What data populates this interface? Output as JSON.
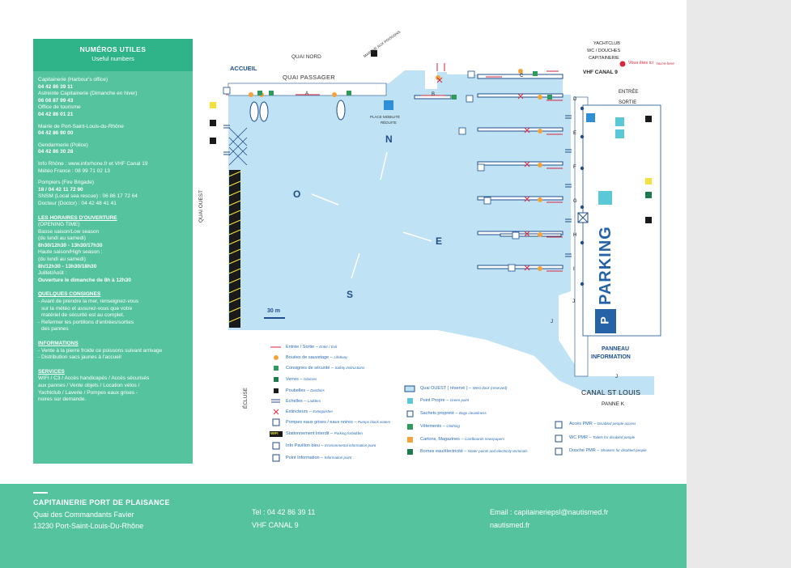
{
  "left_panel": {
    "title": "NUMÉROS UTILES",
    "subtitle": "Useful numbers",
    "contacts": [
      {
        "label": "Capitainerie (Harbour's office)",
        "value": "04 42 86 39 11"
      },
      {
        "label": "Astreinte Capitainerie (Dimanche en hiver)",
        "value": "06 08 87 99 43"
      },
      {
        "label": "Office de tourisme",
        "value": "04 42 86 01 21"
      },
      {
        "label": "Mairie de Port-Saint-Louis-du-Rhône",
        "value": "04 42 86 90 00"
      },
      {
        "label": "Gendarmerie (Police)",
        "value": "04 42 86 30 28"
      }
    ],
    "info_rhone": "Info Rhône : www.inforhone.fr et VHF Canal 19",
    "meteo": "Météo France : 08 99 71 02 13",
    "pompiers_label": "Pompiers (Fire Brigade)",
    "pompiers_value": "18 / 04 42 11 72 90",
    "snsm": "SNSM (Local sea rescue) : 06 86 17 72 64",
    "docteur": "Docteur (Doctor) : 04 42 48 41 41",
    "horaires_title": "LES HORAIRES D'OUVERTURE",
    "horaires_sub": "(OPENING TIME)",
    "basse_label": "Basse saison/Low season",
    "basse_days": "(du lundi au samedi)",
    "basse_hours": "8h30/12h30 - 13h30/17h30",
    "haute_label": "Haute saison/High season :",
    "haute_days": "(du lundi au samedi)",
    "haute_hours": "8h/12h30 - 13h30/18h30",
    "juillet": "Juillet/Août :",
    "dimanche": "Ouverture le dimanche de 8h à 12h30",
    "consignes_title": "QUELQUES CONSIGNES",
    "consignes": [
      "- Avant de prendre la mer, renseignez-vous",
      "sur la météo et assurez-vous que votre",
      "matériel de sécurité est au complet.",
      "- Refermer les portillons d'entrées/sorties",
      "des pannes"
    ],
    "informations_title": "INFORMATIONS",
    "informations": [
      "- Vente à la pierre froide ce poissons suivant arrivage",
      "- Distribution sacs jaunes à l'accueil"
    ],
    "services_title": "SERVICES",
    "services": [
      "WIFI / C3 / Accès handicapés / Accès sécurisés",
      "aux pannes / Vente objets / Location vélos /",
      "Yachtclub / Laverie / Pompes eaux grises -",
      "noires sur demande."
    ]
  },
  "map": {
    "accueil": "ACCUEIL",
    "quai_nord": "QUAI NORD",
    "quai_passager": "QUAI PASSAGER",
    "marche": "MARCHE AUX POISSONS",
    "place_mobilite": "PLACE MOBILITÉ",
    "reduite": "RÉDUITE",
    "quai_ouest": "QUAI OUEST",
    "yachtclub": "YACHTCLUB",
    "wc_douches": "WC / DOUCHES",
    "capitainerie": "CAPITAINERIE",
    "vous_etes_ici": "Vous êtes ici",
    "you_re_here": "You're here",
    "vhf": "VHF CANAL 9",
    "entree": "ENTRÉE",
    "sortie": "SORTIE",
    "parking": "PARKING",
    "parking_letter": "P",
    "panneau": "PANNEAU",
    "information": "INFORMATION",
    "canal": "CANAL ST LOUIS",
    "panne_k": "PANNE K",
    "ecluse": "ÉCLUSE",
    "scale": "30 m",
    "compass": {
      "n": "N",
      "o": "O",
      "e": "E",
      "s": "S"
    },
    "panne_letters": [
      "A",
      "B",
      "C",
      "D",
      "E",
      "F",
      "G",
      "H",
      "I",
      "J",
      "J",
      "J"
    ],
    "colors": {
      "water": "#bfe3f4",
      "quai": "#ffffff",
      "line": "#1f4e8c",
      "arrow": "#d9263b",
      "orange": "#f4a23c",
      "green": "#2e9a5b",
      "yellow": "#f2e23a",
      "black": "#1a1a1a",
      "cyan": "#5bc8d8",
      "dark_green": "#1d7a4b",
      "parking_blue": "#2563a6"
    }
  },
  "legend": {
    "items": [
      {
        "fr": "Entrée / Sortie",
        "en": "Enter / Exit"
      },
      {
        "fr": "Bouées de sauvetage",
        "en": "Lifebuoy"
      },
      {
        "fr": "Consignes de sécurité",
        "en": "Safety instructions"
      },
      {
        "fr": "Verres",
        "en": "Glasses"
      },
      {
        "fr": "Poubelles",
        "en": "Dustbins"
      },
      {
        "fr": "Echelles",
        "en": "Ladders"
      },
      {
        "fr": "Extincteurs",
        "en": "Extinguisher"
      },
      {
        "fr": "Pompes eaux grises / eaux noires",
        "en": "Pumps black waters"
      },
      {
        "fr": "Stationnement interdit",
        "en": "Parking forbidden"
      },
      {
        "fr": "Info Pavillon bleu",
        "en": "Environmental information point"
      },
      {
        "fr": "Point Information",
        "en": "Information point"
      },
      {
        "fr": "Quai OUEST ( réservé )",
        "en": "West dock (reserved)"
      },
      {
        "fr": "Point Propre",
        "en": "Green point"
      },
      {
        "fr": "Sachets propreté",
        "en": "Bags cleanliness"
      },
      {
        "fr": "Vêtements",
        "en": "Clothing"
      },
      {
        "fr": "Cartons, Magazines",
        "en": "Cardboards newspapers"
      },
      {
        "fr": "Bornes eau/électricité",
        "en": "Water points and electricity terminals"
      },
      {
        "fr": "Accès PMR",
        "en": "Disabled people access"
      },
      {
        "fr": "WC PMR",
        "en": "Toilets for disabled people"
      },
      {
        "fr": "Douche PMR",
        "en": "Showers for disabled people"
      }
    ],
    "wifi_badge": "WIFI"
  },
  "footer": {
    "title": "CAPITAINERIE PORT DE PLAISANCE",
    "addr1": "Quai des Commandants Favier",
    "addr2": "13230 Port-Saint-Louis-Du-Rhône",
    "tel": "Tel : 04 42 86 39 11",
    "vhf": "VHF CANAL 9",
    "email": "Email : capitaineriepsl@nautismed.fr",
    "web": "nautismed.fr"
  }
}
